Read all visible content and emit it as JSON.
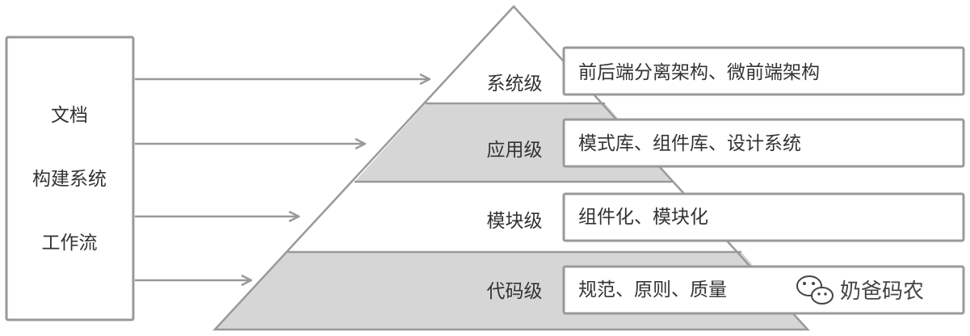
{
  "left_box": {
    "items": [
      "文档",
      "构建系统",
      "工作流"
    ]
  },
  "pyramid": {
    "levels": [
      {
        "label": "系统级",
        "description": "前后端分离架构、微前端架构",
        "shaded": false
      },
      {
        "label": "应用级",
        "description": "模式库、组件库、设计系统",
        "shaded": true
      },
      {
        "label": "模块级",
        "description": "组件化、模块化",
        "shaded": false
      },
      {
        "label": "代码级",
        "description": "规范、原则、质量",
        "shaded": true
      }
    ]
  },
  "watermark": {
    "text": "奶爸码农",
    "icon": "wechat-icon"
  },
  "colors": {
    "stroke": "#999999",
    "shade": "#d6d6d6",
    "text": "#333333"
  }
}
